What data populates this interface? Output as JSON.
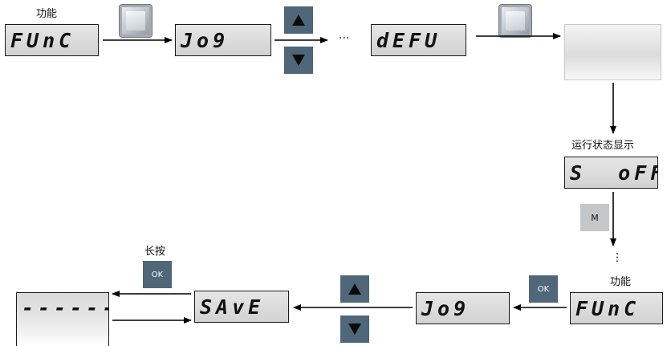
{
  "labels": {
    "function_top": "功能",
    "run_status": "运行状态显示",
    "long_press": "长按",
    "function_bottom": "功能"
  },
  "displays": {
    "func_top": "FUnC",
    "jog_top": "Jo9",
    "defu": "dEFU",
    "status": "S  oFF",
    "save": "SAvE",
    "jog_bottom": "Jo9",
    "func_bottom": "FUnC",
    "dashes": "------"
  },
  "ellipsis": {
    "top": "···",
    "right": "⋮"
  },
  "buttons": {
    "m": "M",
    "ok_right": "OK",
    "ok_left": "OK"
  }
}
